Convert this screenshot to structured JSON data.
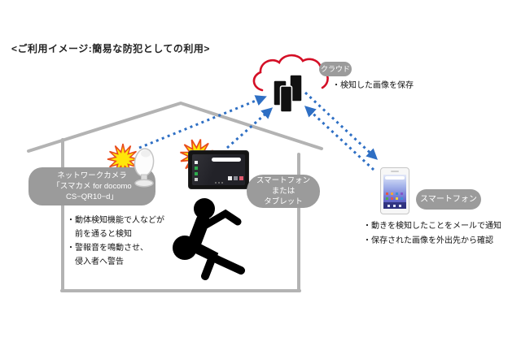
{
  "title": "<ご利用イメージ:簡易な防犯としての利用>",
  "cloud": {
    "label": "クラウド",
    "note": "・検知した画像を保存",
    "icon": "cloud-servers-icon"
  },
  "camera_badge": {
    "lines": [
      "ネットワークカメラ",
      "「スマカメ for docomo",
      "CS−QR10−d」"
    ],
    "icon": "network-camera-icon"
  },
  "tablet_badge": {
    "lines": [
      "スマートフォン",
      "または",
      "タブレット"
    ],
    "icon": "tablet-icon"
  },
  "smartphone": {
    "label": "スマートフォン",
    "notes": [
      "・動きを検知したことをメールで通知",
      "・保存された画像を外出先から確認"
    ],
    "icon": "smartphone-icon"
  },
  "house_notes": {
    "lines": [
      "・動体検知機能で人などが",
      "前を通ると検知",
      "・警報音を鳴動させ、",
      "侵入者へ警告"
    ]
  },
  "figures": {
    "burglar": "burglar-icon",
    "alarm_left": "alarm-burst-icon",
    "alarm_right": "alarm-burst-icon",
    "arrows": [
      "camera-to-cloud",
      "tablet-to-cloud",
      "phone-to-cloud",
      "cloud-to-phone"
    ]
  },
  "colors": {
    "arrow_blue": "#2e6fc4",
    "cloud_red": "#d40f26",
    "badge_gray": "#9b9b9b",
    "house_gray": "#b3b3b3",
    "burst_yellow": "#ffe60a",
    "burst_orange": "#e84b1c"
  }
}
